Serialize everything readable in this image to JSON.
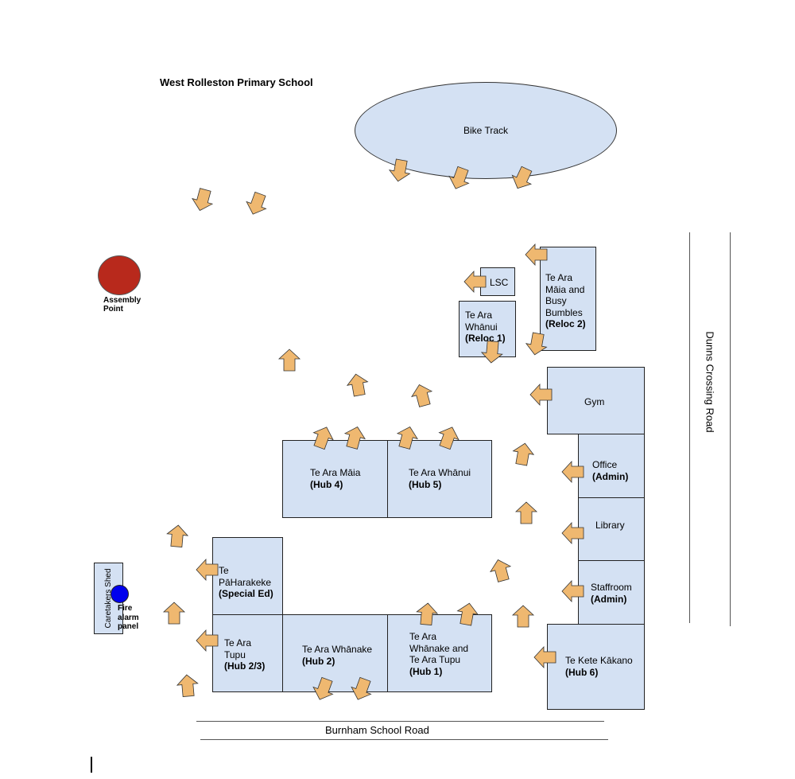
{
  "map": {
    "title": "West Rolleston Primary School",
    "colors": {
      "building_fill": "#d4e1f3",
      "arrow_fill": "#efb870",
      "assembly_point": "#b8291c",
      "fire_alarm": "#0000ee"
    },
    "bike_track": "Bike Track",
    "assembly_point": {
      "line1": "Assembly",
      "line2": "Point"
    },
    "caretakers_shed": "Caretakers Shed",
    "fire_alarm": {
      "line1": "Fire",
      "line2": "alarm",
      "line3": "panel"
    },
    "roads": {
      "south": "Burnham School Road",
      "east": "Dunns Crossing Road"
    },
    "buildings": {
      "lsc": {
        "name": "LSC"
      },
      "reloc1": {
        "line1": "Te Ara",
        "line2": "Whānui",
        "sub": "(Reloc 1)"
      },
      "reloc2": {
        "line1": "Te Ara",
        "line2": "Māia and",
        "line3": "Busy",
        "line4": "Bumbles",
        "sub": "(Reloc 2)"
      },
      "gym": {
        "name": "Gym"
      },
      "office": {
        "name": "Office",
        "sub": "(Admin)"
      },
      "library": {
        "name": "Library"
      },
      "staffroom": {
        "name": "Staffroom",
        "sub": "(Admin)"
      },
      "hub6": {
        "name": "Te Kete Kākano",
        "sub": "(Hub 6)"
      },
      "hub4": {
        "name": "Te Ara Māia",
        "sub": "(Hub 4)"
      },
      "hub5": {
        "name": "Te Ara Whānui",
        "sub": "(Hub 5)"
      },
      "special_ed": {
        "name": "Te PāHarakeke",
        "sub": "(Special Ed)"
      },
      "hub23": {
        "line1": "Te Ara",
        "line2": "Tupu",
        "sub": "(Hub 2/3)"
      },
      "hub2": {
        "name": "Te Ara Whānake",
        "sub": "(Hub 2)"
      },
      "hub1": {
        "line1": "Te Ara",
        "line2": "Whānake and",
        "line3": "Te Ara Tupu",
        "sub": "(Hub 1)"
      }
    },
    "evacuation_arrows": [
      {
        "id": "bike-1",
        "direction": "down-left"
      },
      {
        "id": "bike-2",
        "direction": "down-left"
      },
      {
        "id": "bike-3",
        "direction": "down-left"
      },
      {
        "id": "field-1",
        "direction": "down-left"
      },
      {
        "id": "field-2",
        "direction": "down-left"
      },
      {
        "id": "reloc2-top",
        "direction": "left"
      },
      {
        "id": "lsc",
        "direction": "left"
      },
      {
        "id": "reloc2-bottom",
        "direction": "down-left"
      },
      {
        "id": "reloc1",
        "direction": "down-left"
      },
      {
        "id": "gym",
        "direction": "left"
      },
      {
        "id": "office",
        "direction": "left"
      },
      {
        "id": "library",
        "direction": "left"
      },
      {
        "id": "staffroom",
        "direction": "left"
      },
      {
        "id": "hub6",
        "direction": "left"
      },
      {
        "id": "court-1",
        "direction": "up-left"
      },
      {
        "id": "court-2",
        "direction": "up-left"
      },
      {
        "id": "court-3",
        "direction": "up-left"
      },
      {
        "id": "hub4-1",
        "direction": "up"
      },
      {
        "id": "hub4-2",
        "direction": "up"
      },
      {
        "id": "hub5-1",
        "direction": "up"
      },
      {
        "id": "hub5-2",
        "direction": "up"
      },
      {
        "id": "east-1",
        "direction": "up"
      },
      {
        "id": "east-2",
        "direction": "up"
      },
      {
        "id": "east-3",
        "direction": "up"
      },
      {
        "id": "east-4",
        "direction": "up"
      },
      {
        "id": "hub1-1",
        "direction": "up"
      },
      {
        "id": "hub1-2",
        "direction": "up"
      },
      {
        "id": "hub2-1",
        "direction": "down-left"
      },
      {
        "id": "hub2-2",
        "direction": "down-left"
      },
      {
        "id": "special-ed",
        "direction": "left"
      },
      {
        "id": "hub23",
        "direction": "left"
      },
      {
        "id": "west-1",
        "direction": "up"
      },
      {
        "id": "west-2",
        "direction": "up"
      },
      {
        "id": "west-3",
        "direction": "up-left"
      }
    ]
  }
}
